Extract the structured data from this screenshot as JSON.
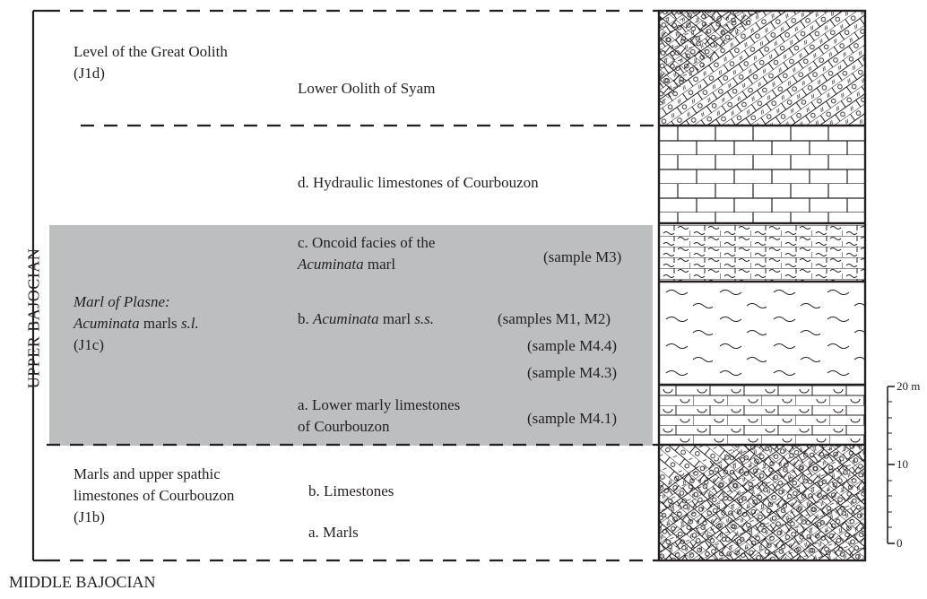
{
  "stages": {
    "upper": "UPPER BAJOCIAN",
    "middle": "MIDDLE BAJOCIAN"
  },
  "units": {
    "great_oolith": {
      "line1": "Level of the Great Oolith",
      "line2": "(J1d)"
    },
    "plasne": {
      "line1": "Marl of Plasne:",
      "line2_italic": "Acuminata",
      "line2_rest": " marls ",
      "line2_sl": "s.l.",
      "line3": "(J1c)"
    },
    "j1b": {
      "line1": "Marls and upper spathic",
      "line2": "limestones of Courbouzon",
      "line3": "(J1b)"
    }
  },
  "subunits": {
    "lower_oolith": "Lower Oolith of Syam",
    "d": "d. Hydraulic limestones of Courbouzon",
    "c_line1": "c. Oncoid facies of the",
    "c_line2_italic": "Acuminata",
    "c_line2_rest": " marl",
    "b_prefix": "b. ",
    "b_italic": "Acuminata",
    "b_mid": " marl ",
    "b_ss": "s.s.",
    "a_line1": "a. Lower marly limestones",
    "a_line2": "of Courbouzon",
    "j1b_b": "b. Limestones",
    "j1b_a": "a. Marls"
  },
  "samples": {
    "m3": "(sample M3)",
    "m1m2": "(samples M1, M2)",
    "m44": "(sample M4.4)",
    "m43": "(sample M4.3)",
    "m41": "(sample M4.1)"
  },
  "scale": {
    "top": "20 m",
    "mid": "10",
    "bottom": "0"
  },
  "colors": {
    "shade": "#bcbec0",
    "ink": "#231f20"
  }
}
